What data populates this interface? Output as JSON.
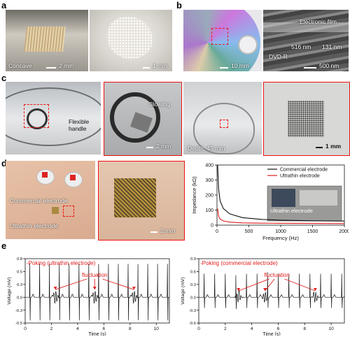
{
  "figure": {
    "panels": {
      "a": {
        "label": "a",
        "left_text": "Concave",
        "left_scale": "2 mm",
        "right_scale": "1 mm"
      },
      "b": {
        "label": "b",
        "left_scale": "10 mm",
        "right_film": "Electronic film",
        "right_dvd": "DVD-R",
        "right_dim1": "516 nm",
        "right_dim2": "131 nm",
        "right_scale": "500 nm"
      },
      "c": {
        "label": "c",
        "handle_text": "Flexible handle",
        "blowing_text": "Blowing",
        "mid_scale": "2 mm",
        "depth_text": "Depth: 45 mm",
        "right_scale": "1 mm"
      },
      "d": {
        "label": "d",
        "commercial_text": "Commercial electrode",
        "ultrathin_text": "Ultrathin electrode",
        "mid_scale": "2 mm",
        "inset_text": "Ultrathin electrode"
      },
      "e": {
        "label": "e"
      }
    },
    "colors": {
      "red": "#e11d1d",
      "trace": "#111111"
    }
  },
  "chart_data": [
    {
      "type": "line",
      "title": "",
      "xlabel": "Frequency (Hz)",
      "ylabel": "Impedance (kΩ)",
      "xlim": [
        0,
        2000
      ],
      "ylim": [
        0,
        400
      ],
      "xticks": [
        0,
        500,
        1000,
        1500,
        2000
      ],
      "yticks": [
        0,
        100,
        200,
        300,
        400
      ],
      "legend_position": "top-right",
      "series": [
        {
          "name": "Commercial electrode",
          "color": "#111111",
          "x": [
            10,
            25,
            50,
            100,
            200,
            400,
            700,
            1000,
            1500,
            2000
          ],
          "y": [
            400,
            240,
            160,
            110,
            75,
            50,
            38,
            33,
            29,
            27
          ]
        },
        {
          "name": "Ultrathin electrode",
          "color": "#e11d1d",
          "x": [
            10,
            25,
            50,
            100,
            200,
            400,
            700,
            1000,
            1500,
            2000
          ],
          "y": [
            110,
            60,
            40,
            28,
            20,
            15,
            13,
            12,
            11,
            10
          ]
        }
      ]
    },
    {
      "type": "line",
      "title": "-Poking (ultrathin electrode)",
      "annotation": "fluctuation",
      "xlabel": "Time (s)",
      "ylabel": "Voltage (mV)",
      "xlim": [
        0,
        11
      ],
      "ylim": [
        -0.5,
        0.75
      ],
      "xticks": [
        0,
        2,
        4,
        6,
        8,
        10
      ],
      "yticks": [
        -0.5,
        -0.25,
        0,
        0.25,
        0.5,
        0.75
      ],
      "beats_s": [
        0.35,
        1.1,
        1.85,
        2.6,
        3.35,
        4.1,
        4.85,
        5.6,
        6.35,
        7.1,
        7.85,
        8.6,
        9.35,
        10.1,
        10.85
      ],
      "r_peak_mV": 0.65,
      "s_trough_mV": -0.45,
      "fluctuation_at_s": [
        2.3,
        5.3,
        8.3
      ]
    },
    {
      "type": "line",
      "title": "-Poking (commercial electrode)",
      "annotation": "fluctuation",
      "xlabel": "Time (s)",
      "ylabel": "Voltage (mV)",
      "xlim": [
        0,
        11
      ],
      "ylim": [
        -0.6,
        0.9
      ],
      "xticks": [
        0,
        2,
        4,
        6,
        8,
        10
      ],
      "yticks": [
        -0.6,
        -0.3,
        0,
        0.3,
        0.6,
        0.9
      ],
      "beats_s": [
        0.4,
        1.2,
        2.0,
        2.8,
        3.6,
        4.4,
        5.2,
        6.0,
        6.8,
        7.6,
        8.4,
        9.2,
        10.0,
        10.8
      ],
      "r_peak_mV": 0.55,
      "s_trough_mV": -0.25,
      "fluctuation_at_s": [
        3.0,
        5.0,
        8.8
      ]
    }
  ]
}
